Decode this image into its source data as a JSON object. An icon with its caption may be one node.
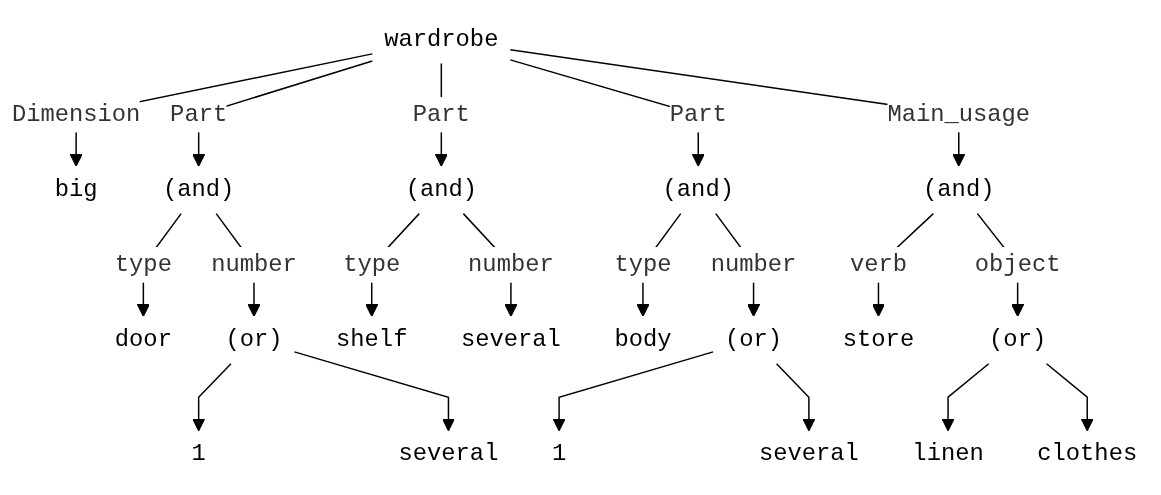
{
  "diagram": {
    "nodes": [
      {
        "text": [
          "wardrobe"
        ]
      },
      {
        "text": [
          "big"
        ]
      },
      {
        "text": [
          "(and)"
        ]
      },
      {
        "text": [
          "(and)"
        ]
      },
      {
        "text": [
          "(and)"
        ]
      },
      {
        "text": [
          "(and)"
        ]
      },
      {
        "text": [
          "door"
        ]
      },
      {
        "text": [
          "(or)"
        ]
      },
      {
        "text": [
          "shelf"
        ]
      },
      {
        "text": [
          "several"
        ]
      },
      {
        "text": [
          "body"
        ]
      },
      {
        "text": [
          "(or)"
        ]
      },
      {
        "text": [
          "store"
        ]
      },
      {
        "text": [
          "(or)"
        ]
      },
      {
        "text": [
          "1"
        ]
      },
      {
        "text": [
          "several"
        ]
      },
      {
        "text": [
          "1"
        ]
      },
      {
        "text": [
          "several"
        ]
      },
      {
        "text": [
          "linen"
        ]
      },
      {
        "text": [
          "clothes"
        ]
      }
    ],
    "edges": [
      {
        "from": 0,
        "to": 1,
        "arrow": "to",
        "label": "Dimension"
      },
      {
        "from": 0,
        "to": 2,
        "arrow": "to",
        "label": "Part"
      },
      {
        "from": 0,
        "to": 3,
        "arrow": "to",
        "label": "Part"
      },
      {
        "from": 0,
        "to": 4,
        "arrow": "to",
        "label": "Part"
      },
      {
        "from": 0,
        "to": 5,
        "arrow": "to",
        "label": "Main_usage"
      },
      {
        "from": 2,
        "to": 6,
        "arrow": "to",
        "label": "type"
      },
      {
        "from": 2,
        "to": 7,
        "arrow": "to",
        "label": "number"
      },
      {
        "from": 3,
        "to": 8,
        "arrow": "to",
        "label": "type"
      },
      {
        "from": 3,
        "to": 9,
        "arrow": "to",
        "label": "number"
      },
      {
        "from": 4,
        "to": 10,
        "arrow": "to",
        "label": "type"
      },
      {
        "from": 4,
        "to": 11,
        "arrow": "to",
        "label": "number"
      },
      {
        "from": 5,
        "to": 12,
        "arrow": "to",
        "label": "verb"
      },
      {
        "from": 5,
        "to": 13,
        "arrow": "to",
        "label": "object"
      },
      {
        "from": 7,
        "to": 14,
        "arrow": "to"
      },
      {
        "from": 7,
        "to": 15,
        "arrow": "to"
      },
      {
        "from": 11,
        "to": 16,
        "arrow": "to"
      },
      {
        "from": 11,
        "to": 17,
        "arrow": "to"
      },
      {
        "from": 13,
        "to": 18,
        "arrow": "to"
      },
      {
        "from": 13,
        "to": 19,
        "arrow": "to"
      }
    ]
  }
}
